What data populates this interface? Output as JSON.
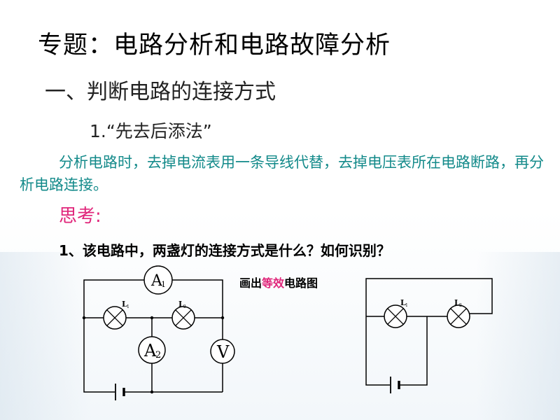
{
  "title": "专题：电路分析和电路故障分析",
  "section_heading": "一、判断电路的连接方式",
  "method_heading": "1.“先去后添法”",
  "method_description": "分析电路时，去掉电流表用一条导线代替，去掉电压表所在电路断路，再分析电路连接。",
  "think_label": "思考:",
  "question": "1、该电路中，两盏灯的连接方式是什么？如何识别？",
  "equivalent_caption": {
    "before": "画出",
    "highlight": "等效",
    "after": "电路图"
  },
  "colors": {
    "description_text": "#138a8a",
    "highlight": "#e0257a",
    "wire": "#000000"
  },
  "left_circuit": {
    "ammeter_1": "A",
    "ammeter_1_subscript": "1",
    "ammeter_2": "A",
    "ammeter_2_subscript": "2",
    "voltmeter": "V",
    "lamp_1": "L",
    "lamp_1_subscript": "1",
    "lamp_2": "L",
    "lamp_2_subscript": "2"
  },
  "right_circuit": {
    "lamp_1": "L",
    "lamp_1_subscript": "1",
    "lamp_2": "L",
    "lamp_2_subscript": "2"
  }
}
